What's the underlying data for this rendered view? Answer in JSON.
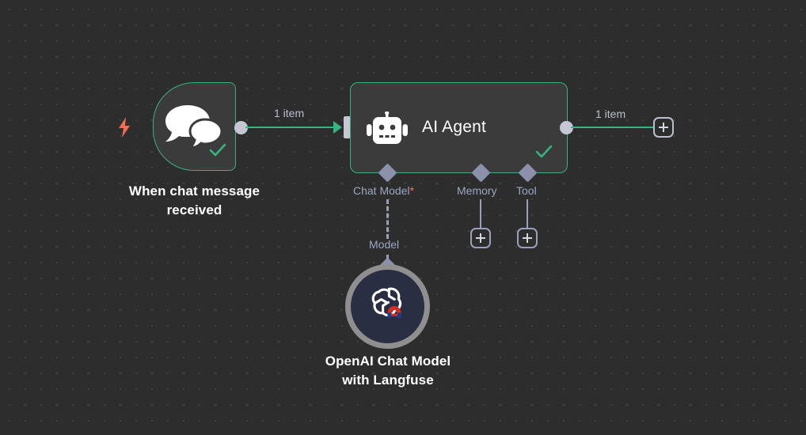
{
  "canvas": {
    "background_color": "#2d2d2d",
    "grid_dot_color": "#4a4a4a",
    "accent_green": "#36b37e",
    "accent_red": "#ff6d5a",
    "connector_purple": "#8b90ab"
  },
  "nodes": {
    "trigger": {
      "title": "When chat message\nreceived",
      "icon": "chat-bubbles-icon",
      "trigger_icon": "lightning-bolt-icon",
      "status": "success-check-icon"
    },
    "agent": {
      "title": "AI Agent",
      "icon": "robot-icon",
      "status": "success-check-icon",
      "sub_ports": [
        {
          "label": "Chat Model",
          "required": "*"
        },
        {
          "label": "Memory",
          "required": ""
        },
        {
          "label": "Tool",
          "required": ""
        }
      ]
    },
    "model": {
      "title": "OpenAI Chat Model\nwith Langfuse",
      "icon": "openai-logo-icon",
      "badge_icon": "langfuse-magnet-icon"
    }
  },
  "connections": {
    "trigger_to_agent_label": "1 item",
    "agent_to_output_label": "1 item",
    "model_link_label": "Model"
  },
  "buttons": {
    "add_output_node": "+",
    "add_memory_node": "+",
    "add_tool_node": "+"
  }
}
